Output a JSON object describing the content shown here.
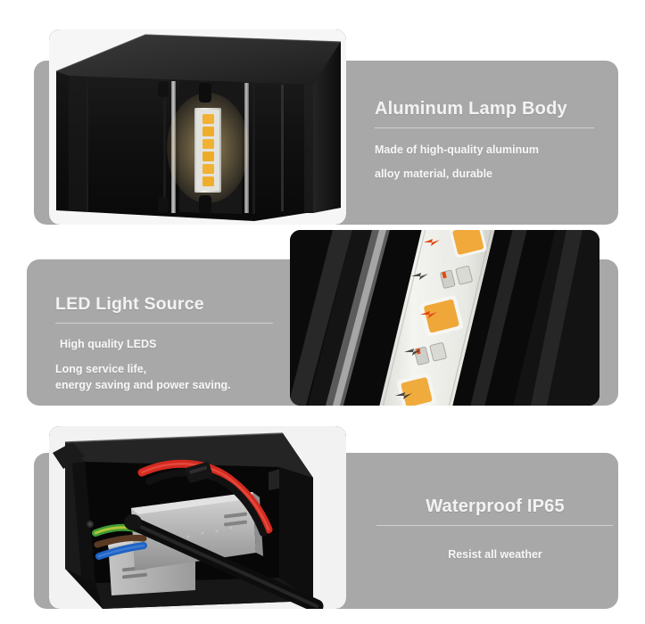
{
  "page": {
    "background": "#ffffff",
    "card_color": "#a8a8a8",
    "heading_color": "#f3f3f3",
    "body_color": "#f7f7f7",
    "rule_color": "#d2d2d2"
  },
  "panels": [
    {
      "id": "aluminum-lamp-body",
      "heading": "Aluminum Lamp Body",
      "lines": [
        "Made of high-quality aluminum",
        "alloy material, durable"
      ],
      "image_alt": "black aluminum lamp body with LED strip",
      "image_side": "left",
      "text_align": "left"
    },
    {
      "id": "led-light-source",
      "heading": "LED Light Source",
      "lines": [
        "High quality LEDS",
        "Long service life,",
        "energy saving and power saving."
      ],
      "image_alt": "close-up of white LED PCB strip with amber chips",
      "image_side": "right",
      "text_align": "left"
    },
    {
      "id": "waterproof-ip65",
      "heading": "Waterproof IP65",
      "lines": [
        "Resist all weather"
      ],
      "image_alt": "open lamp housing showing driver box and wiring",
      "image_side": "left",
      "text_align": "center"
    }
  ],
  "artwork": {
    "lamp_body": {
      "shell_color": "#141414",
      "top_face_color": "#2a2a2a",
      "led_strip_color": "#e8e8e6",
      "led_chip_color": "#f2b133",
      "led_count": 6
    },
    "led_strip": {
      "pcb_color": "#ebebe8",
      "chip_color": "#f0a93a",
      "smd_color": "#cfcfc9",
      "marker_color": "#e04a12",
      "housing_color": "#0c0c0c",
      "chip_count": 3
    },
    "housing": {
      "body_color": "#141414",
      "driver_color": "#b4b4b4",
      "wire_red": "#d42a20",
      "wire_black": "#111111",
      "wire_green": "#3f9c35",
      "wire_blue": "#1f63c4",
      "background_color": "#f2f2f2"
    }
  }
}
